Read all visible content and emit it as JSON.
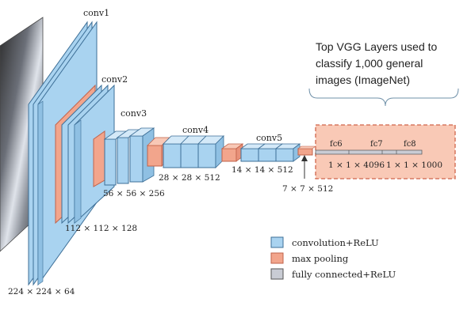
{
  "stage_labels": {
    "conv1": "conv1",
    "conv2": "conv2",
    "conv3": "conv3",
    "conv4": "conv4",
    "conv5": "conv5"
  },
  "dimensions": {
    "conv1": "224 × 224 × 64",
    "conv2": "112 × 112 × 128",
    "conv3": "56 × 56 × 256",
    "conv4": "28 × 28 × 512",
    "conv5": "14 × 14 × 512",
    "pool5": "7 × 7 × 512"
  },
  "fc_labels": {
    "fc6": "fc6",
    "fc7": "fc7",
    "fc8": "fc8",
    "fc67_dim": "1 × 1 × 4096",
    "fc8_dim": "1 × 1 × 1000"
  },
  "annotation": {
    "line1": "Top VGG Layers used to",
    "line2": "classify 1,000 general",
    "line3": "images (ImageNet)"
  },
  "legend": {
    "conv": "convolution+ReLU",
    "pool": "max pooling",
    "fc": "fully connected+ReLU"
  },
  "colors": {
    "conv_fill": "#a9d3f0",
    "conv_stroke": "#3d6f97",
    "pool_fill": "#f2a58c",
    "pool_stroke": "#c0624a",
    "fc_fill": "#c9ccd4",
    "fc_box_fill": "#f9c9b6",
    "fc_box_stroke": "#d0654a",
    "bracket": "#6f90a8"
  }
}
